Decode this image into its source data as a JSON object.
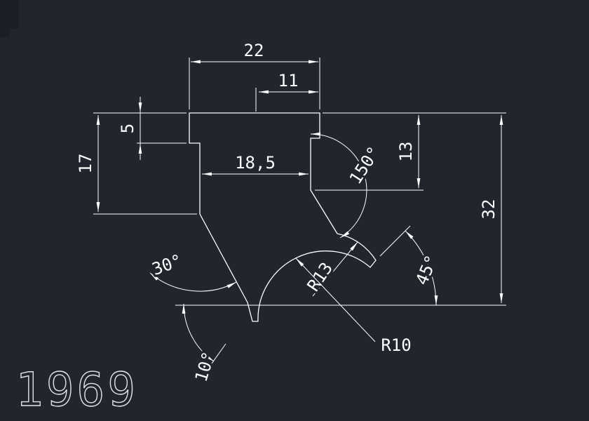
{
  "app": {
    "background_color": "#20252e",
    "line_color": "#ffffff"
  },
  "drawing": {
    "part_number": "1969",
    "dimensions": {
      "width_top": "22",
      "width_inner": "11",
      "depth_step": "5",
      "height_left": "17",
      "width_body": "18,5",
      "height_right": "13",
      "height_total": "32",
      "angle_flank": "150°",
      "angle_slant": "30°",
      "angle_tip": "45°",
      "angle_notch": "10°",
      "radius_hook": "R13",
      "radius_valley": "R10"
    }
  }
}
